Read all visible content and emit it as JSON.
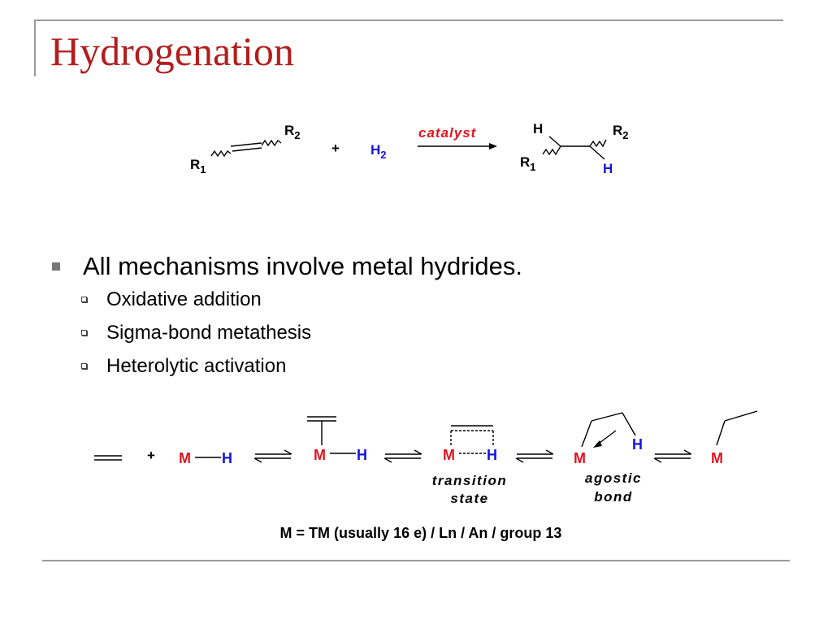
{
  "slide": {
    "title": "Hydrogenation",
    "bullets": {
      "main": "All mechanisms involve metal hydrides.",
      "sub": [
        "Oxidative addition",
        "Sigma-bond metathesis",
        "Heterolytic activation"
      ]
    },
    "footnote": "M = TM (usually 16 e) / Ln / An / group 13"
  },
  "reaction": {
    "substituent1": "R",
    "substituent2": "R",
    "subscript1": "1",
    "subscript2": "2",
    "plus": "+",
    "hydrogen_symbol": "H",
    "hydrogen_subscript": "2",
    "catalyst_label": "catalyst",
    "product_h_top": "H",
    "product_h_bottom": "H"
  },
  "mechanism": {
    "plus": "+",
    "metal": "M",
    "hydride": "H",
    "transition_label_1": "transition",
    "transition_label_2": "state",
    "agostic_label_1": "agostic",
    "agostic_label_2": "bond"
  },
  "colors": {
    "title": "#b21e1e",
    "metal": "#e0141e",
    "hydrogen": "#1414d8",
    "catalyst": "#e0141e",
    "frame": "#9a9a9a"
  }
}
